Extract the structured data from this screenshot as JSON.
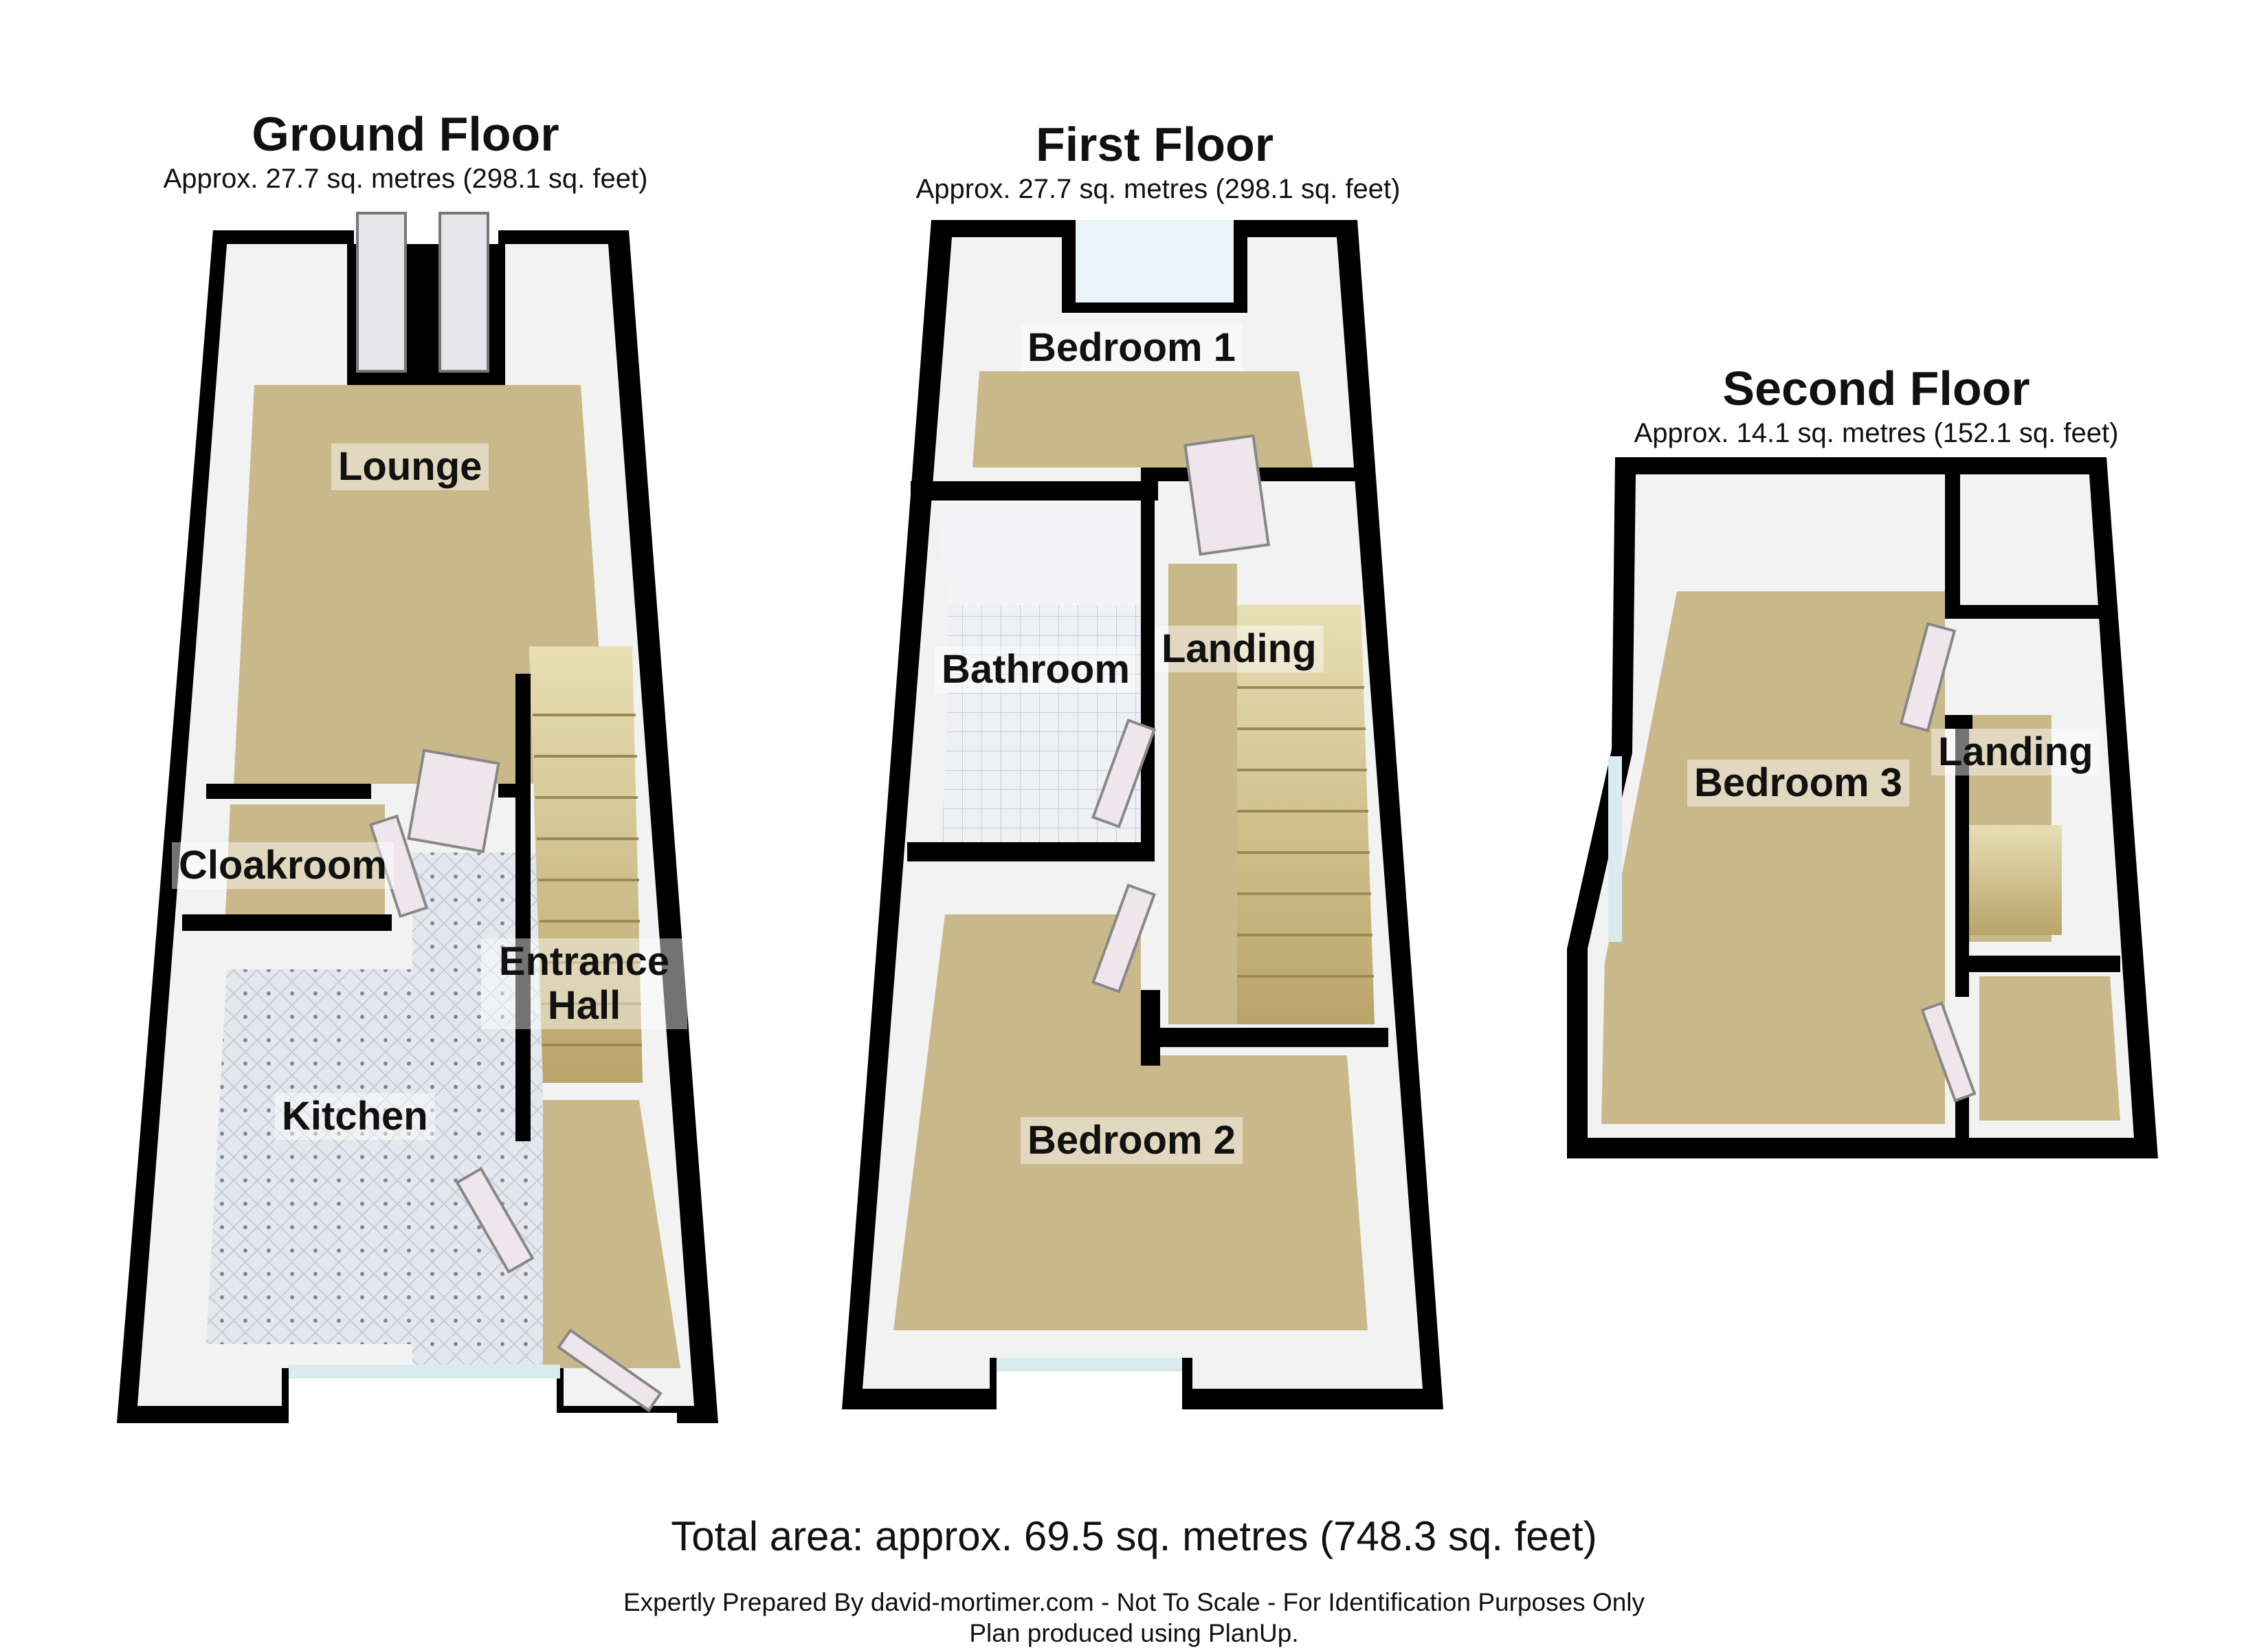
{
  "floors": [
    {
      "name": "Ground Floor",
      "area": "Approx. 27.7 sq. metres (298.1 sq. feet)",
      "rooms": [
        "Lounge",
        "Cloakroom",
        "Kitchen",
        "Entrance\nHall"
      ]
    },
    {
      "name": "First Floor",
      "area": "Approx. 27.7 sq. metres (298.1 sq. feet)",
      "rooms": [
        "Bedroom 1",
        "Bathroom",
        "Landing",
        "Bedroom 2"
      ]
    },
    {
      "name": "Second Floor",
      "area": "Approx. 14.1 sq. metres (152.1 sq. feet)",
      "rooms": [
        "Bedroom 3",
        "Landing"
      ]
    }
  ],
  "total_area": "Total area: approx. 69.5 sq. metres (748.3 sq. feet)",
  "footer": {
    "line1": "Expertly Prepared By david-mortimer.com - Not To Scale - For Identification Purposes Only",
    "line2": "Plan produced using PlanUp."
  },
  "colors": {
    "wall": "#000000",
    "carpet": "#c9b98a",
    "wall_face": "#f2f2f2",
    "tile": "#e4e7ec",
    "window": "#d8ecef"
  }
}
